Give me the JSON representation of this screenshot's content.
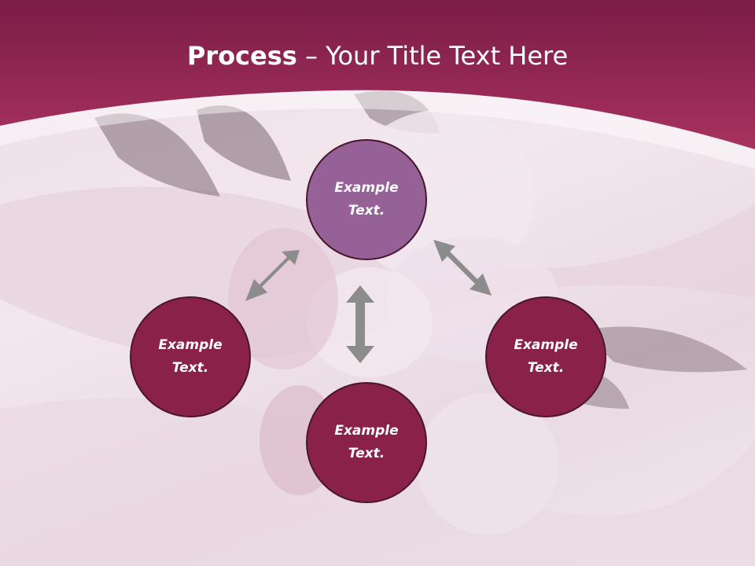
{
  "slide": {
    "title_bold": "Process",
    "title_rest": " – Your Title Text Here"
  },
  "nodes": {
    "top": "Example Text.",
    "left": "Example Text.",
    "right": "Example Text.",
    "bottom": "Example Text."
  },
  "colors": {
    "header": "#8a2149",
    "node_top": "#956196",
    "node": "#8a2149",
    "arrow": "#8c8c8c"
  }
}
